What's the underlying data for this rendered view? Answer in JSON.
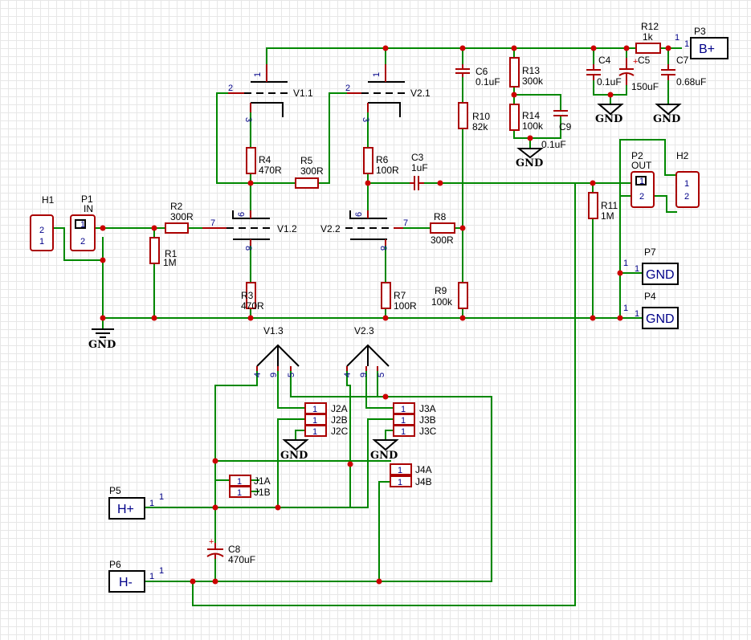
{
  "components": {
    "R1": {
      "ref": "R1",
      "value": "1M"
    },
    "R2": {
      "ref": "R2",
      "value": "300R"
    },
    "R3": {
      "ref": "R3",
      "value": "470R"
    },
    "R4": {
      "ref": "R4",
      "value": "470R"
    },
    "R5": {
      "ref": "R5",
      "value": "300R"
    },
    "R6": {
      "ref": "R6",
      "value": "100R"
    },
    "R7": {
      "ref": "R7",
      "value": "100R"
    },
    "R8": {
      "ref": "R8",
      "value": "300R"
    },
    "R9": {
      "ref": "R9",
      "value": "100k"
    },
    "R10": {
      "ref": "R10",
      "value": "82k"
    },
    "R11": {
      "ref": "R11",
      "value": "1M"
    },
    "R12": {
      "ref": "R12",
      "value": "1k"
    },
    "R13": {
      "ref": "R13",
      "value": "300k"
    },
    "R14": {
      "ref": "R14",
      "value": "100k"
    },
    "C3": {
      "ref": "C3",
      "value": "1uF"
    },
    "C4": {
      "ref": "C4",
      "value": "0.1uF"
    },
    "C5": {
      "ref": "C5",
      "value": "150uF"
    },
    "C6": {
      "ref": "C6",
      "value": "0.1uF"
    },
    "C7": {
      "ref": "C7",
      "value": "0.68uF"
    },
    "C8": {
      "ref": "C8",
      "value": "470uF"
    },
    "C9": {
      "ref": "C9",
      "value": "0.1uF"
    },
    "V11": {
      "ref": "V1.1"
    },
    "V12": {
      "ref": "V1.2"
    },
    "V21": {
      "ref": "V2.1"
    },
    "V22": {
      "ref": "V2.2"
    },
    "V13": {
      "ref": "V1.3"
    },
    "V23": {
      "ref": "V2.3"
    },
    "H1": {
      "ref": "H1"
    },
    "H2": {
      "ref": "H2"
    },
    "P1": {
      "ref": "P1",
      "value": "IN"
    },
    "P2": {
      "ref": "P2",
      "value": "OUT"
    },
    "P3": {
      "ref": "P3",
      "value": "B+"
    },
    "P4": {
      "ref": "P4",
      "value": "GND"
    },
    "P5": {
      "ref": "P5",
      "value": "H+"
    },
    "P6": {
      "ref": "P6",
      "value": "H-"
    },
    "P7": {
      "ref": "P7",
      "value": "GND"
    },
    "J1A": {
      "ref": "J1A"
    },
    "J1B": {
      "ref": "J1B"
    },
    "J2A": {
      "ref": "J2A"
    },
    "J2B": {
      "ref": "J2B"
    },
    "J2C": {
      "ref": "J2C"
    },
    "J3A": {
      "ref": "J3A"
    },
    "J3B": {
      "ref": "J3B"
    },
    "J3C": {
      "ref": "J3C"
    },
    "J4A": {
      "ref": "J4A"
    },
    "J4B": {
      "ref": "J4B"
    }
  },
  "pins": {
    "one": "1",
    "two": "2",
    "three": "3",
    "four": "4",
    "five": "5",
    "six": "6",
    "seven": "7",
    "eight": "8",
    "nine": "9"
  },
  "ground_label": "GND",
  "polarity_plus": "+"
}
